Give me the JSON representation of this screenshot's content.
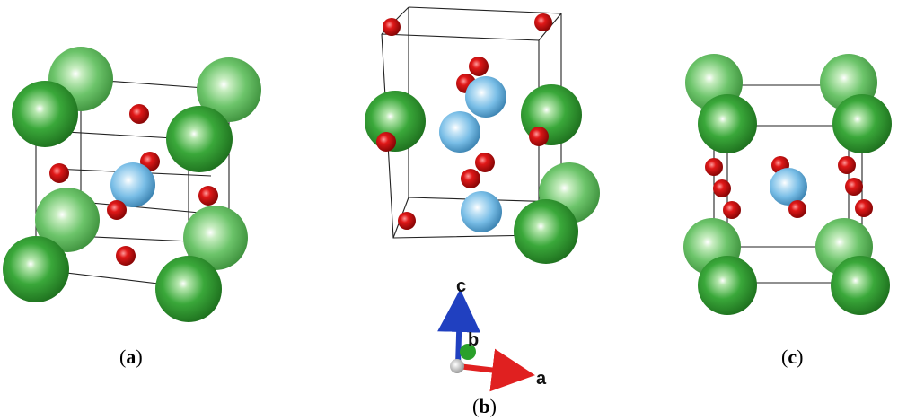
{
  "figure": {
    "panels": [
      {
        "id": "a",
        "caption_open": "(",
        "caption_letter": "a",
        "caption_close": ")"
      },
      {
        "id": "b",
        "caption_open": "(",
        "caption_letter": "b",
        "caption_close": ")"
      },
      {
        "id": "c",
        "caption_open": "(",
        "caption_letter": "c",
        "caption_close": ")"
      }
    ],
    "axes": {
      "a": "a",
      "b": "b",
      "c": "c"
    },
    "colors": {
      "green_atom": "#2e9e2e",
      "blue_atom": "#6fb6e3",
      "red_atom": "#d41414",
      "axis_a": "#e02020",
      "axis_b": "#2aa02a",
      "axis_c": "#2040c0"
    }
  }
}
